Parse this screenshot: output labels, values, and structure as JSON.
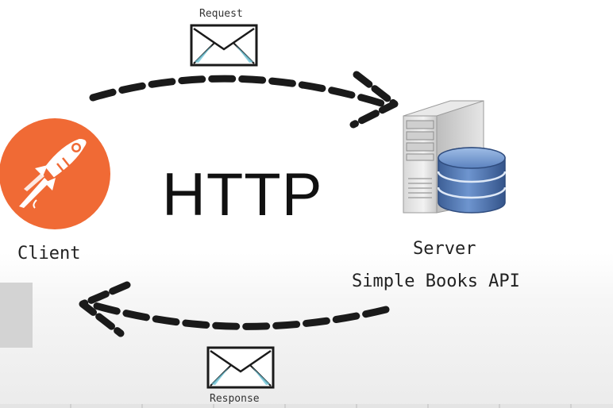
{
  "labels": {
    "request": "Request",
    "response": "Response",
    "protocol": "HTTP",
    "client": "Client",
    "server": "Server",
    "api": "Simple Books API"
  },
  "icons": {
    "client_logo": "postman-rocket-logo-icon",
    "request_envelope": "envelope-icon",
    "response_envelope": "envelope-icon",
    "server": "server-tower-icon",
    "database": "database-cylinder-icon"
  },
  "colors": {
    "client_logo": "#f06a35",
    "database": "#4a73b3",
    "envelope": "#6fc6d8",
    "arrow": "#1a1a1a"
  }
}
